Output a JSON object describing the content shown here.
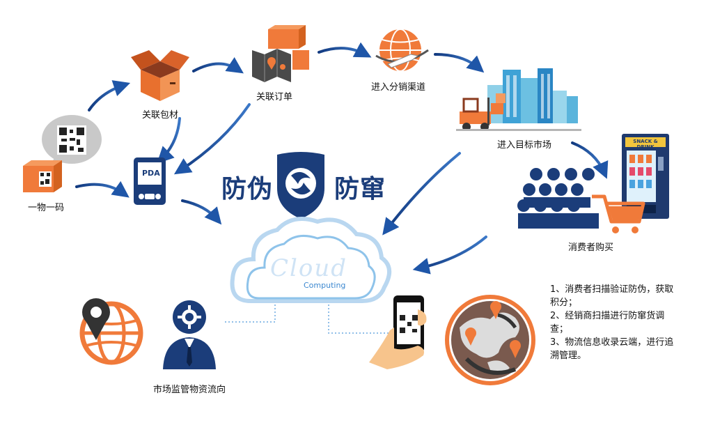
{
  "nodes": {
    "one_item_code": "一物一码",
    "link_packaging": "关联包材",
    "link_order": "关联订单",
    "enter_channel": "进入分销渠道",
    "enter_market": "进入目标市场",
    "consumer_buy": "消费者购买",
    "market_supervision": "市场监管物资流向"
  },
  "title": {
    "left": "防伪",
    "right": "防窜"
  },
  "pda": {
    "label": "PDA"
  },
  "cloud": {
    "script": "Cloud",
    "sub": "Computing"
  },
  "vending": {
    "sign": "SNACK & DRINK"
  },
  "notes": [
    "1、消费者扫描验证防伪，获取积分；",
    "2、经销商扫描进行防窜货调查；",
    "3、物流信息收录云端，进行追溯管理。"
  ],
  "colors": {
    "orange": "#f07a3a",
    "navy": "#1b3d7a",
    "blue": "#2b5fae",
    "cloud": "#6aa9e0"
  }
}
